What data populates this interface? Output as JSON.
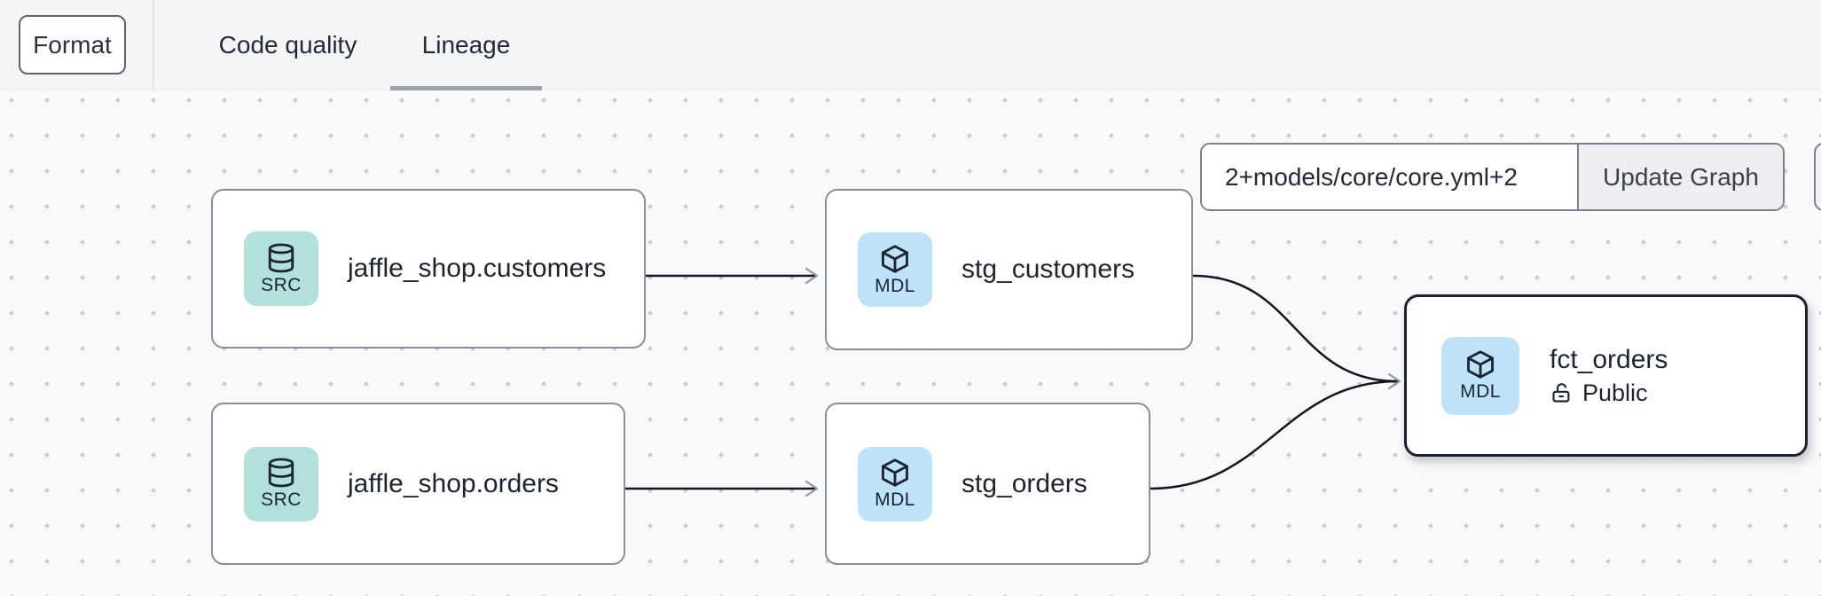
{
  "toolbar": {
    "format_label": "Format",
    "tabs": [
      {
        "label": "Code quality",
        "active": false
      },
      {
        "label": "Lineage",
        "active": true
      }
    ]
  },
  "lineage": {
    "selector": {
      "value": "2+models/core/core.yml+2",
      "update_button_label": "Update Graph"
    },
    "nodes": [
      {
        "id": "source-customers",
        "type_badge": "SRC",
        "icon": "database-icon",
        "label": "jaffle_shop.customers"
      },
      {
        "id": "stg-customers",
        "type_badge": "MDL",
        "icon": "cube-icon",
        "label": "stg_customers"
      },
      {
        "id": "source-orders",
        "type_badge": "SRC",
        "icon": "database-icon",
        "label": "jaffle_shop.orders"
      },
      {
        "id": "stg-orders",
        "type_badge": "MDL",
        "icon": "cube-icon",
        "label": "stg_orders"
      },
      {
        "id": "fct-orders",
        "type_badge": "MDL",
        "icon": "cube-icon",
        "label": "fct_orders",
        "access": "Public",
        "access_icon": "unlock-icon",
        "selected": true
      }
    ],
    "edges": [
      {
        "from": "jaffle_shop.customers",
        "to": "stg_customers"
      },
      {
        "from": "jaffle_shop.orders",
        "to": "stg_orders"
      },
      {
        "from": "stg_customers",
        "to": "fct_orders"
      },
      {
        "from": "stg_orders",
        "to": "fct_orders"
      }
    ],
    "colors": {
      "source_badge_bg": "#b2e0dc",
      "model_badge_bg": "#bee3f9",
      "node_border": "#878d99",
      "selected_node_border": "#1a2230",
      "edge": "#11161f",
      "arrowhead": "#8f96a3",
      "canvas_bg": "#f8f9fb",
      "canvas_dot": "#c7cbd4",
      "tab_underline": "#9aa2b2",
      "text": "#1c2433"
    }
  }
}
